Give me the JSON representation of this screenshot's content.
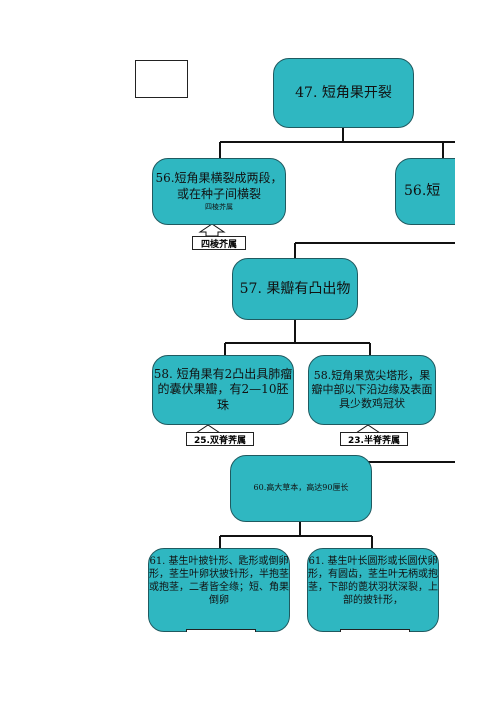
{
  "nodes": {
    "n47": "47. 短角果开裂",
    "n56a_main": "56.短角果横裂成两段，或在种子间横裂",
    "n56a_note": "四棱芥属",
    "n56b": "56.短",
    "n57": "57. 果瓣有凸出物",
    "n58a": "58. 短角果有2凸出具肺瘤的囊伏果瓣，有2—10胚珠",
    "n58b": "58.短角果宽尖塔形，果瓣中部以下沿边缘及表面具少数鸡冠状",
    "n60": "60.高大草本，高达90厘长",
    "n61a": "61. 基生叶披针形、匙形或倒卵形，茎生叶卵状披针形，半抱茎或抱茎，二者皆全缘；短、角果倒卵",
    "n61b": "61. 基生叶长圆形或长圆伏卵形，有圆齿，茎生叶无柄或抱茎，下部的蓖状羽状深裂，上部的披针形，"
  },
  "labels": {
    "l56": "四棱芥属",
    "l58a": "25.双脊荠属",
    "l58b": "23.半脊荠属",
    "l61a": "",
    "l61b": ""
  }
}
